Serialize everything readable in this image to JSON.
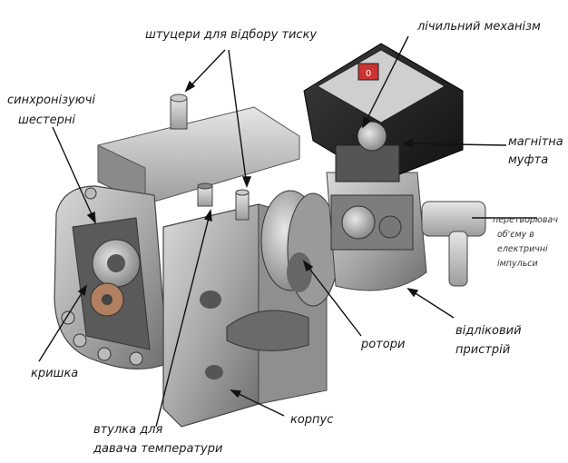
{
  "diagram": {
    "labels": {
      "pressure_fittings": "штуцери для відбору тиску",
      "counter_mechanism": "лічильний механізм",
      "sync_gears_line1": "синхронізуючі",
      "sync_gears_line2": "шестерні",
      "magnetic_clutch_line1": "магнітна",
      "magnetic_clutch_line2": "муфта",
      "converter_line1": "перетворювач",
      "converter_line2": "об'єму в",
      "converter_line3": "електричні",
      "converter_line4": "імпульси",
      "readout_device_line1": "відліковий",
      "readout_device_line2": "пристрій",
      "rotors": "ротори",
      "cover": "кришка",
      "housing": "корпус",
      "temp_sleeve_line1": "втулка для",
      "temp_sleeve_line2": "давача температури"
    },
    "counter_display_digits": "0"
  }
}
